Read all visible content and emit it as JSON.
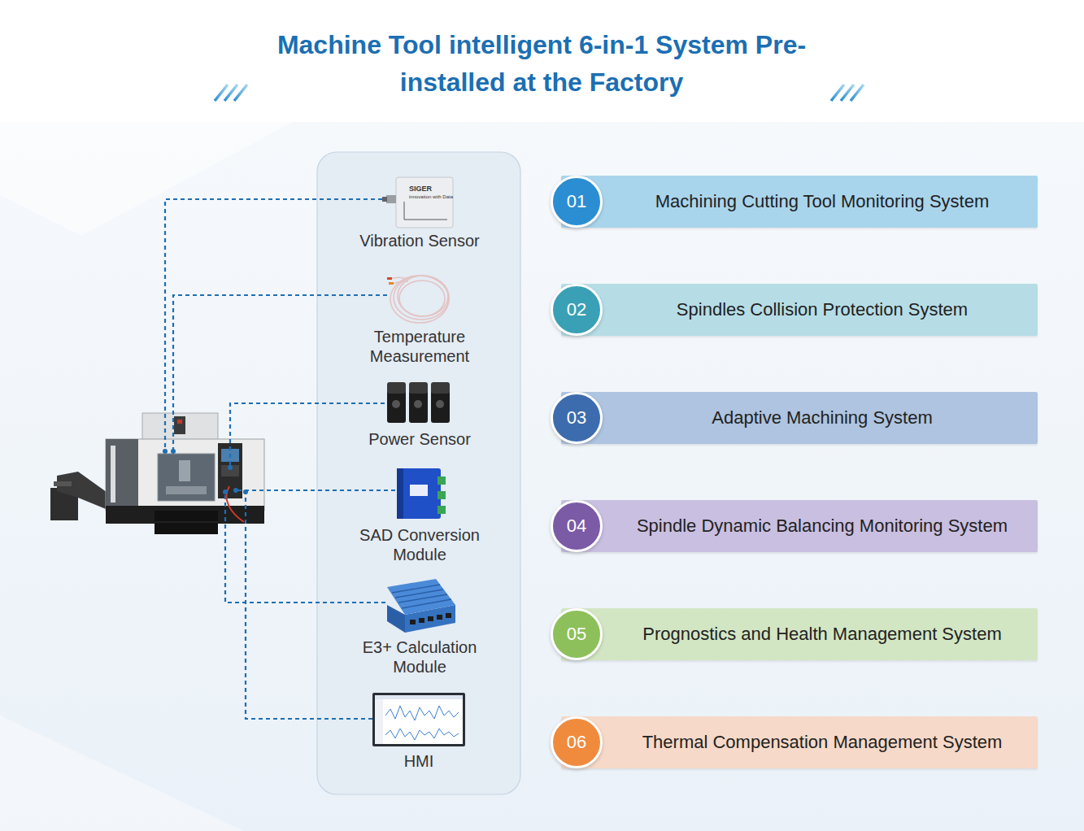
{
  "diagram": {
    "title": "Machine Tool intelligent 6-in-1 System Pre-installed at the Factory",
    "nodes": [
      {
        "text": [
          "Vibration Sensor"
        ]
      },
      {
        "text": [
          "Temperature Measurement"
        ]
      },
      {
        "text": [
          "Power Sensor"
        ]
      },
      {
        "text": [
          "SAD Conversion Module"
        ]
      },
      {
        "text": [
          "E3+ Calculation Module"
        ]
      },
      {
        "text": [
          "HMI"
        ]
      },
      {
        "text": [
          "Machining Cutting Tool Monitoring System"
        ]
      },
      {
        "text": [
          "01"
        ],
        "in": 6
      },
      {
        "text": [
          "Spindles Collision Protection System"
        ]
      },
      {
        "text": [
          "02"
        ],
        "in": 8
      },
      {
        "text": [
          "Adaptive Machining System"
        ]
      },
      {
        "text": [
          "03"
        ],
        "in": 10
      },
      {
        "text": [
          "Spindle Dynamic Balancing Monitoring System"
        ]
      },
      {
        "text": [
          "04"
        ],
        "in": 12
      },
      {
        "text": [
          "Prognostics and Health Management System"
        ]
      },
      {
        "text": [
          "05"
        ],
        "in": 14
      },
      {
        "text": [
          "Thermal Compensation Management System"
        ]
      },
      {
        "text": [
          "06"
        ],
        "in": 16
      }
    ],
    "labels": [
      "SIGER",
      "innovation with Data"
    ]
  }
}
